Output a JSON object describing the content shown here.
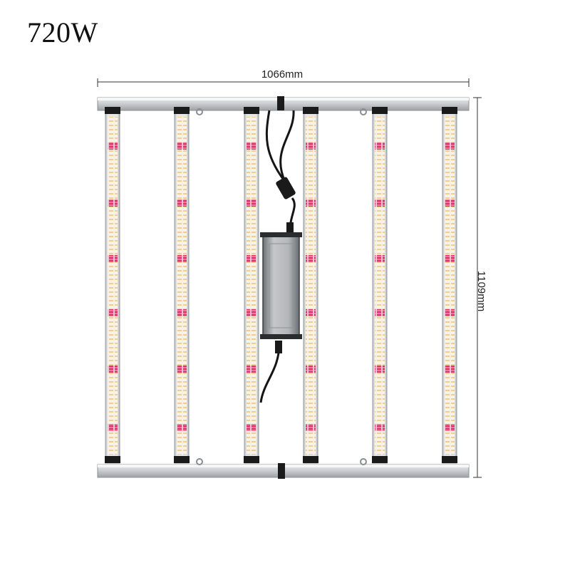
{
  "product": {
    "wattage_label": "720W",
    "width_label": "1066mm",
    "height_label": "1109mm"
  },
  "fixture": {
    "bar_count": 6,
    "led_colors": {
      "white": "#f3ede0",
      "warm": "#f2d8a2",
      "red": "#e23a6e",
      "frame": "#c9cbce"
    }
  }
}
